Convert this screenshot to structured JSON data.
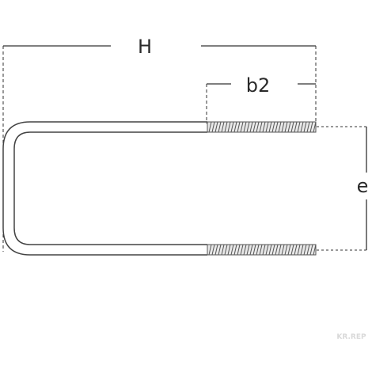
{
  "diagram": {
    "dimensions": {
      "overall_length": "H",
      "thread_length": "b2",
      "leg_spacing": "e"
    },
    "watermark": "KR.REP",
    "colors": {
      "outline": "#444444",
      "dimension_line": "#333333",
      "thread": "#555555",
      "thread_fill": "#e8e8e8",
      "watermark": "#d9d9d9"
    }
  }
}
